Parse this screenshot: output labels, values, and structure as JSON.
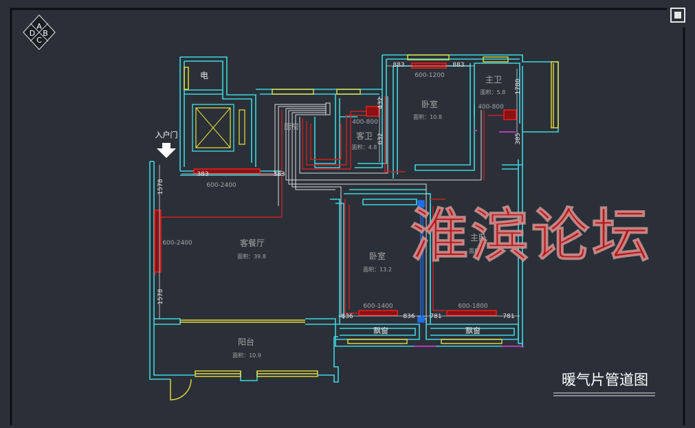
{
  "logo": {
    "letters": [
      "A",
      "B",
      "C",
      "D"
    ]
  },
  "entrance": {
    "label": "入户门"
  },
  "rooms": {
    "elec": "电",
    "kitchen": "厨房",
    "guest_bath": {
      "name": "客卫",
      "area": "面积：4.8",
      "heater": "400-800"
    },
    "bed_top": {
      "name": "卧室",
      "area": "面积：10.8",
      "heater": "600-1200"
    },
    "master_bath": {
      "name": "主卫",
      "area": "面积：5.8",
      "heater": "400-800"
    },
    "living": {
      "name": "客餐厅",
      "area": "面积：39.8",
      "heater_top": "600-2400",
      "heater_left": "600-2400"
    },
    "bed_mid": {
      "name": "卧室",
      "area": "面积：13.2",
      "heater": "600-1400"
    },
    "bed_right": {
      "name": "主卧",
      "area": "面积",
      "heater": "600-1800"
    },
    "balcony": {
      "name": "阳台",
      "area": "面积：10.9"
    },
    "bay1": "飘窗",
    "bay2": "飘窗"
  },
  "dimensions": {
    "d383a": "383",
    "d383b": "383",
    "d883a": "883",
    "d883b": "883",
    "d432": "432",
    "d632": "632",
    "d1780": "1780",
    "d385": "385",
    "d1578a": "1578",
    "d1578b": "1578",
    "d836a": "836",
    "d836b": "836",
    "d781a": "781",
    "d781b": "781"
  },
  "watermark": "淮滨论坛",
  "caption": "暖气片管道图",
  "colors": {
    "background": "#2b3038",
    "wall": "#3fd6e0",
    "window": "#e8e03a",
    "pipe_red": "#d02020",
    "pipe_blue": "#1e6fe8",
    "text": "#9a9a9a",
    "label_white": "#ffffff",
    "watermark": "#c01818",
    "purple": "#b83ab8"
  }
}
